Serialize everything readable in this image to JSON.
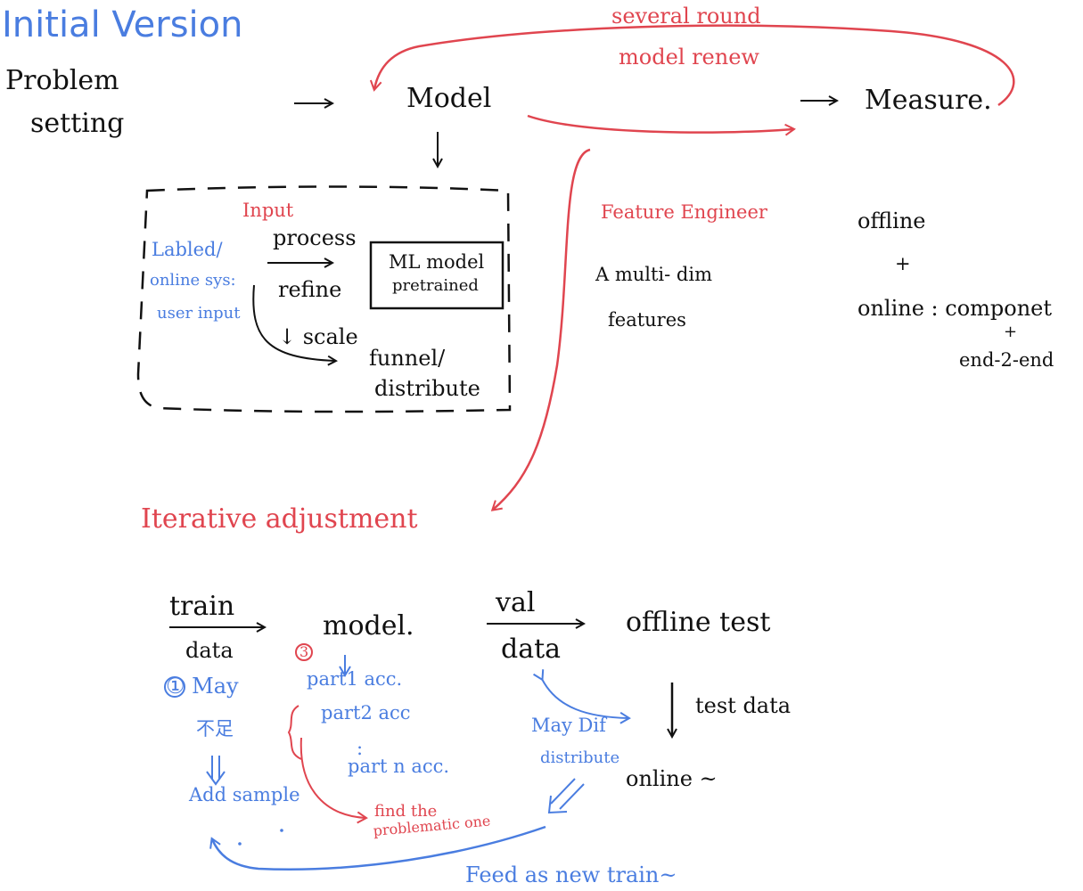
{
  "title": "Initial Version",
  "top": {
    "problem_line1": "Problem",
    "problem_line2": "setting",
    "model": "Model",
    "measure": "Measure.",
    "loop_line1": "several round",
    "loop_line2": "model renew"
  },
  "box": {
    "input_label": "Input",
    "source_line1": "Labled/",
    "source_line2": "online sys:",
    "source_line3": "user input",
    "process": "process",
    "refine": "refine",
    "scale": "↓ scale",
    "ml_line1": "ML model",
    "ml_line2": "pretrained",
    "funnel_line1": "funnel/",
    "funnel_line2": "distribute"
  },
  "feature": {
    "heading": "Feature Engineer",
    "line1": "A  multi- dim",
    "line2": "features"
  },
  "eval": {
    "offline": "offline",
    "plus1": "+",
    "online": "online : componet",
    "plus2": "+",
    "e2e": "end-2-end"
  },
  "iter": {
    "heading": "Iterative  adjustment",
    "train": "train",
    "train_data": "data",
    "model": "model.",
    "val": "val",
    "val_data": "data",
    "offline_test": "offline test",
    "test_data": "test data",
    "online": "online ~",
    "step1": "① May",
    "step1_cn": "不足",
    "add_sample": "Add sample",
    "step3": "3",
    "part1": "part1  acc.",
    "part2": "part2  acc",
    "part_dots": ":",
    "partn": "part n  acc.",
    "find_line1": "find the",
    "find_line2": "problematic one",
    "may_dif_line1": "May  Dif",
    "may_dif_line2": "distribute",
    "feed": "Feed as new train~"
  },
  "colors": {
    "black": "#111111",
    "blue": "#4a7de0",
    "red": "#e0454f"
  }
}
